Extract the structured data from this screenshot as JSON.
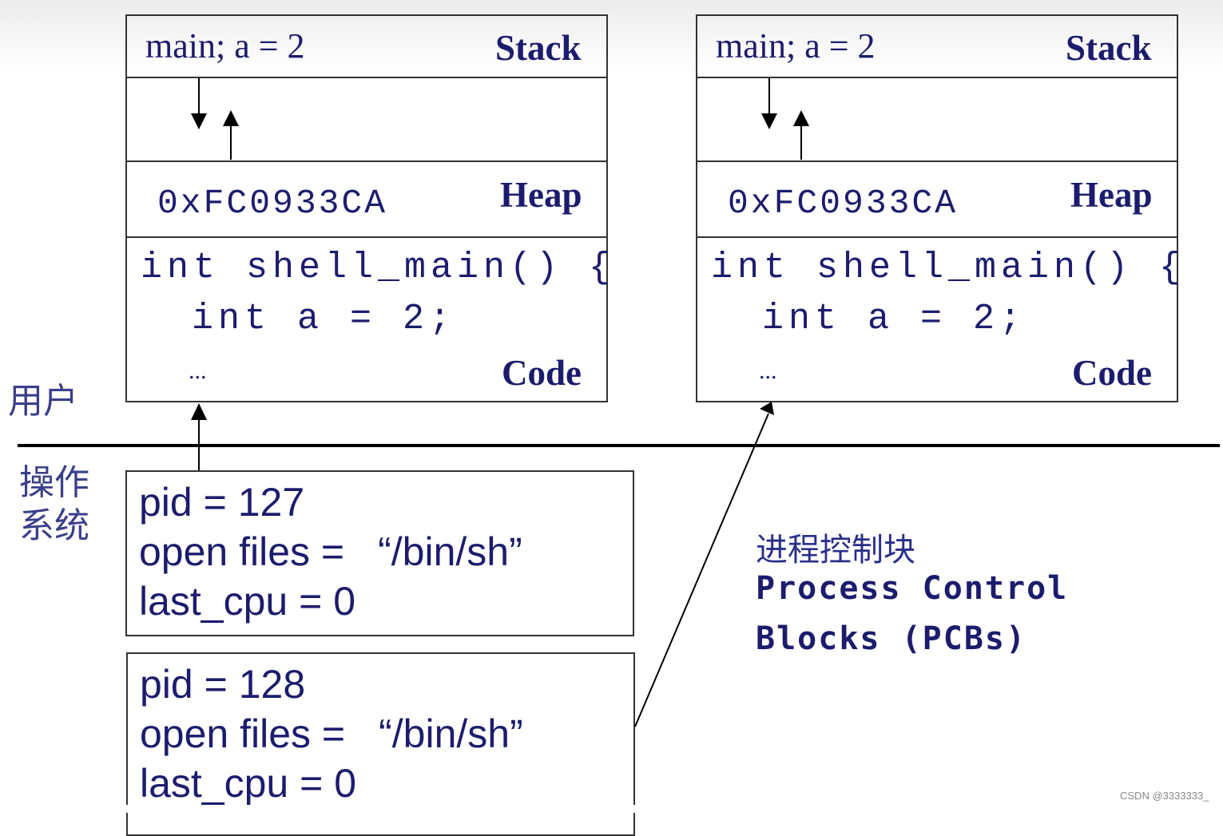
{
  "processes": [
    {
      "stack_text": "main; a = 2",
      "stack_label": "Stack",
      "heap_address": "0xFC0933CA",
      "heap_label": "Heap",
      "code_line1": "int shell_main() {",
      "code_line2": "int a = 2;",
      "code_ellipsis": "...",
      "code_label": "Code"
    },
    {
      "stack_text": "main; a = 2",
      "stack_label": "Stack",
      "heap_address": "0xFC0933CA",
      "heap_label": "Heap",
      "code_line1": "int shell_main() {",
      "code_line2": "int a = 2;",
      "code_ellipsis": "...",
      "code_label": "Code"
    }
  ],
  "labels": {
    "user": "用户",
    "os_line1": "操作",
    "os_line2": "系统"
  },
  "pcbs": [
    {
      "pid": "pid = 127",
      "open_files": "open files =",
      "open_files_value": "“/bin/sh”",
      "last_cpu": "last_cpu = 0"
    },
    {
      "pid": "pid = 128",
      "open_files": "open files =",
      "open_files_value": "“/bin/sh”",
      "last_cpu": "last_cpu = 0"
    }
  ],
  "pcb_caption": {
    "chinese": "进程控制块",
    "english_line1": "Process Control",
    "english_line2": "Blocks (PCBs)"
  },
  "watermark": "CSDN @3333333_"
}
